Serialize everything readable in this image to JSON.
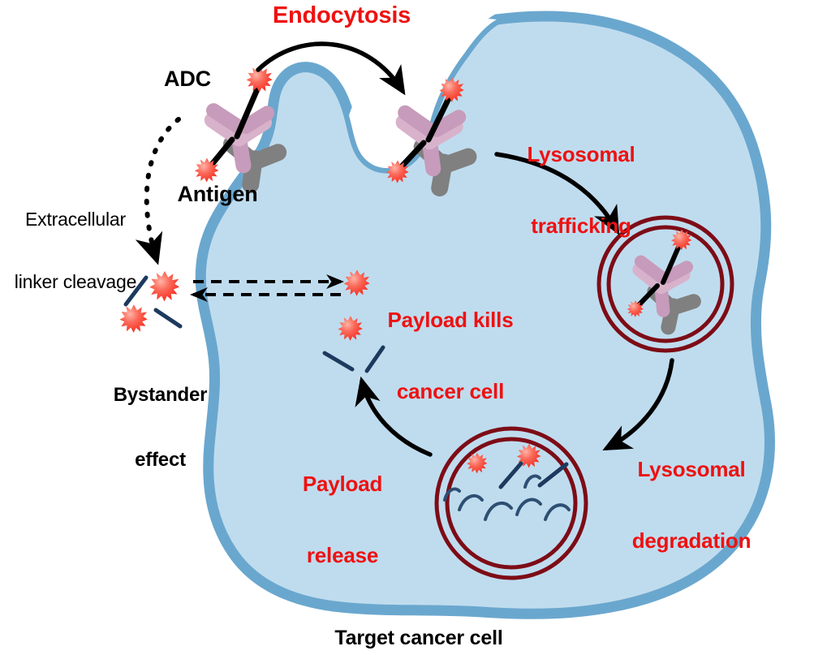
{
  "figure": {
    "title_caption": "Target cancer cell",
    "subject": "antibody-drug conjugate mechanism of action in a target cancer cell"
  },
  "colors": {
    "label_red": "#ee1111",
    "label_black": "#000000",
    "cell_fill": "#bfdcee",
    "cell_stroke": "#6aa7ce",
    "lysosome_stroke": "#7d0c16",
    "antibody_light": "#d7afc8",
    "antibody_dark": "#b98aac",
    "antigen_gray": "#808080",
    "antigen_gray_dark": "#6f6f6f",
    "payload_red": "#f5342a",
    "payload_red_light": "#fb8a7e",
    "linker_navy": "#1c3a5e",
    "arrow_black": "#000000"
  },
  "labels": {
    "endocytosis": "Endocytosis",
    "adc": "ADC",
    "antigen": "Antigen",
    "extracellular_linker_cleavage_line1": "Extracellular",
    "extracellular_linker_cleavage_line2": "linker cleavage",
    "bystander_effect_line1": "Bystander",
    "bystander_effect_line2": "effect",
    "payload_kills_line1": "Payload kills",
    "payload_kills_line2": "cancer cell",
    "payload_release_line1": "Payload",
    "payload_release_line2": "release",
    "lysosomal_trafficking_line1": "Lysosomal",
    "lysosomal_trafficking_line2": "trafficking",
    "lysosomal_degradation_line1": "Lysosomal",
    "lysosomal_degradation_line2": "degradation",
    "target_cancer_cell": "Target cancer cell"
  },
  "icons": {
    "cell_membrane": "cancer-cell-membrane",
    "antibody": "antibody-y-shape",
    "antigen_receptor": "antigen-receptor",
    "payload": "payload-starburst",
    "linker": "linker-segment",
    "lysosome": "lysosome-double-ring",
    "arrow_solid": "curved-solid-arrow",
    "arrow_dashed": "dashed-arrow",
    "arrow_dotted": "dotted-curved-arrow",
    "peptide_fragment": "degraded-peptide-arc"
  },
  "steps": [
    {
      "order": 1,
      "name": "extracellular-linker-cleavage",
      "label": "Extracellular linker cleavage"
    },
    {
      "order": 2,
      "name": "bystander-effect",
      "label": "Bystander effect"
    },
    {
      "order": 3,
      "name": "endocytosis",
      "label": "Endocytosis"
    },
    {
      "order": 4,
      "name": "lysosomal-trafficking",
      "label": "Lysosomal trafficking"
    },
    {
      "order": 5,
      "name": "lysosomal-degradation",
      "label": "Lysosomal degradation"
    },
    {
      "order": 6,
      "name": "payload-release",
      "label": "Payload release"
    },
    {
      "order": 7,
      "name": "payload-kills-cancer-cell",
      "label": "Payload kills cancer cell"
    }
  ]
}
